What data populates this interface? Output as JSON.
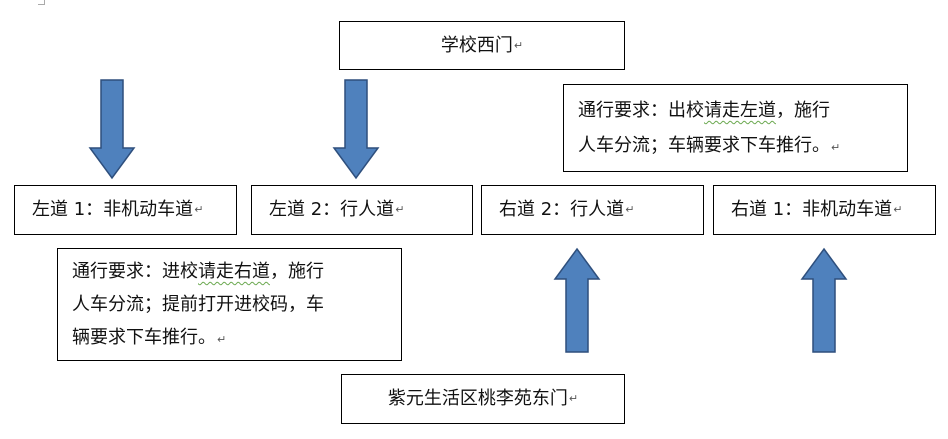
{
  "top_gate": {
    "label": "学校西门"
  },
  "bottom_gate": {
    "label": "紫元生活区桃李苑东门"
  },
  "lanes": [
    {
      "label": "左道 1：非机动车道"
    },
    {
      "label": "左道 2：行人道"
    },
    {
      "label": "右道 2：行人道"
    },
    {
      "label": "右道 1：非机动车道"
    }
  ],
  "notes": {
    "exit": {
      "line1_pre": "通行要求：出校",
      "line1_wavy": "请走左道",
      "line1_post": "，施行",
      "line2": "人车分流；车辆要求下车推行。"
    },
    "entry": {
      "line1_pre": "通行要求：进校",
      "line1_wavy": "请走右道",
      "line1_post": "，施行",
      "line2": "人车分流；提前打开进校码，车",
      "line3": "辆要求下车推行。"
    }
  },
  "paragraph_mark": "↵",
  "colors": {
    "arrow_fill": "#4f81bd",
    "arrow_stroke": "#2e4f7d",
    "border": "#000000"
  },
  "arrows": [
    {
      "name": "down-arrow-left-lane-1",
      "direction": "down"
    },
    {
      "name": "down-arrow-left-lane-2",
      "direction": "down"
    },
    {
      "name": "up-arrow-right-lane-2",
      "direction": "up"
    },
    {
      "name": "up-arrow-right-lane-1",
      "direction": "up"
    }
  ]
}
